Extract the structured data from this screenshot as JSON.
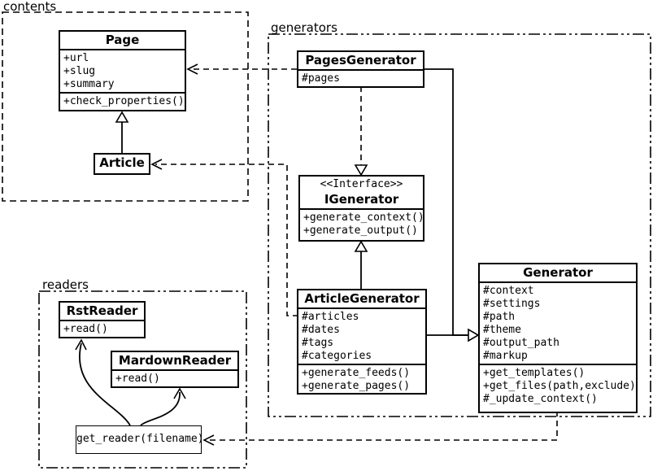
{
  "diagram": {
    "packages": {
      "contents": "contents",
      "generators": "generators",
      "readers": "readers"
    },
    "classes": {
      "page": {
        "name": "Page",
        "attrs": [
          "+url",
          "+slug",
          "+summary"
        ],
        "methods": [
          "+check_properties()"
        ]
      },
      "article": {
        "name": "Article"
      },
      "pages_generator": {
        "name": "PagesGenerator",
        "attrs": [
          "#pages"
        ]
      },
      "igenerator": {
        "stereotype": "<<Interface>>",
        "name": "IGenerator",
        "methods": [
          "+generate_context()",
          "+generate_output()"
        ]
      },
      "article_generator": {
        "name": "ArticleGenerator",
        "attrs": [
          "#articles",
          "#dates",
          "#tags",
          "#categories"
        ],
        "methods": [
          "+generate_feeds()",
          "+generate_pages()"
        ]
      },
      "generator": {
        "name": "Generator",
        "attrs": [
          "#context",
          "#settings",
          "#path",
          "#theme",
          "#output_path",
          "#markup"
        ],
        "methods": [
          "+get_templates()",
          "+get_files(path,exclude)",
          "#_update_context()"
        ]
      },
      "rst_reader": {
        "name": "RstReader",
        "methods": [
          "+read()"
        ]
      },
      "markdown_reader": {
        "name": "MardownReader",
        "methods": [
          "+read()"
        ]
      },
      "get_reader": {
        "name": "get_reader(filename)"
      }
    }
  }
}
